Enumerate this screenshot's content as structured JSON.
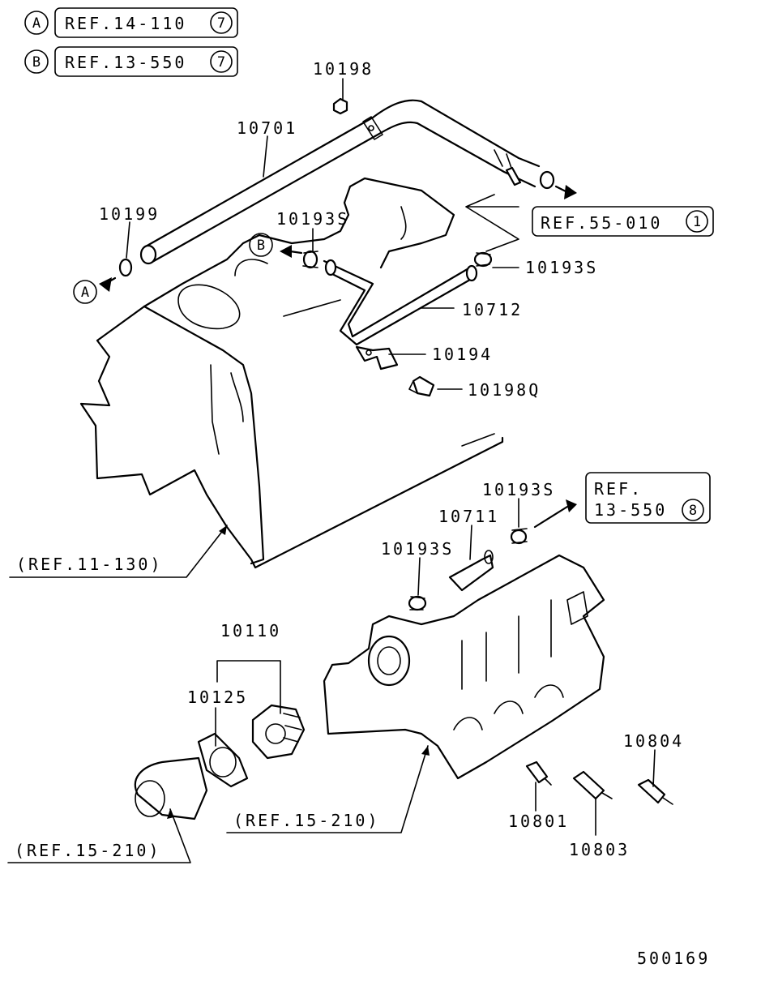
{
  "refs": {
    "a_box": {
      "marker": "A",
      "text": "REF.14-110",
      "num": "7"
    },
    "b_box": {
      "marker": "B",
      "text": "REF.13-550",
      "num": "7"
    },
    "ref_55_010": {
      "text": "REF.55-010",
      "num": "1"
    },
    "ref_13_550_8": {
      "line1": "REF.",
      "line2": "13-550",
      "num": "8"
    },
    "ref_11_130": "(REF.11-130)",
    "ref_15_210_center": "(REF.15-210)",
    "ref_15_210_left": "(REF.15-210)"
  },
  "markers": {
    "a": "A",
    "b": "B"
  },
  "parts": {
    "p10198": "10198",
    "p10701": "10701",
    "p10199": "10199",
    "p10193s_top": "10193S",
    "p10193s_right": "10193S",
    "p10712": "10712",
    "p10194": "10194",
    "p10198q": "10198Q",
    "p10193s_mid": "10193S",
    "p10711": "10711",
    "p10193s_low": "10193S",
    "p10110": "10110",
    "p10125": "10125",
    "p10804": "10804",
    "p10801": "10801",
    "p10803": "10803"
  },
  "diagram_id": "500169"
}
